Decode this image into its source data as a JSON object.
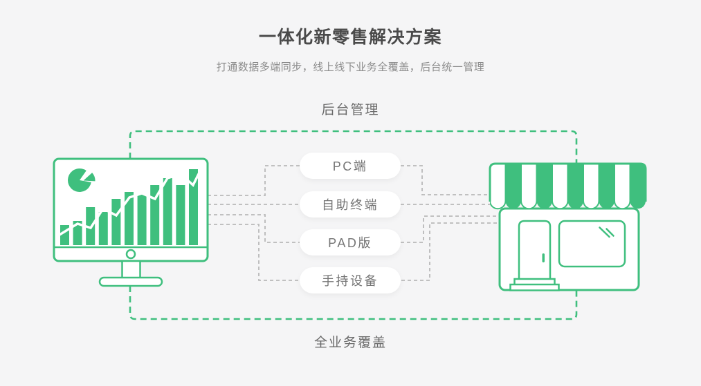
{
  "page": {
    "title": "一体化新零售解决方案",
    "subtitle": "打通数据多端同步，线上线下业务全覆盖，后台统一管理"
  },
  "diagram": {
    "top_label": "后台管理",
    "bottom_label": "全业务覆盖",
    "device_options": [
      {
        "label": "PC端"
      },
      {
        "label": "自助终端"
      },
      {
        "label": "PAD版"
      },
      {
        "label": "手持设备"
      }
    ],
    "icons": {
      "left_node": "monitor-analytics-icon",
      "right_node": "storefront-icon"
    },
    "colors": {
      "accent_green": "#3fbf7e",
      "connector_gray": "#b9b9b9",
      "background": "#f5f5f6",
      "title_text": "#4a4a4a",
      "subtitle_text": "#8b8b8b",
      "label_text": "#6a6a6a",
      "pill_text": "#757575"
    }
  }
}
